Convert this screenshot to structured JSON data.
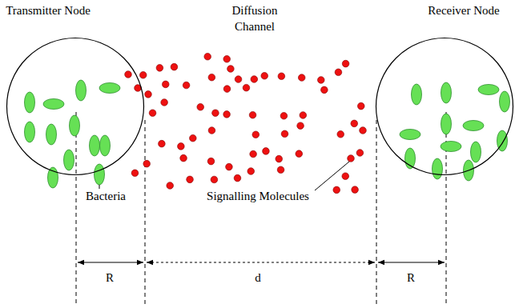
{
  "diagram": {
    "nodes": [
      {
        "text": [
          "Transmitter Node"
        ]
      },
      {
        "text": [
          "Receiver Node"
        ]
      }
    ],
    "labels": [
      "Diffusion Channel",
      "Bacteria",
      "Signalling Molecules",
      "R",
      "d",
      "R"
    ]
  }
}
